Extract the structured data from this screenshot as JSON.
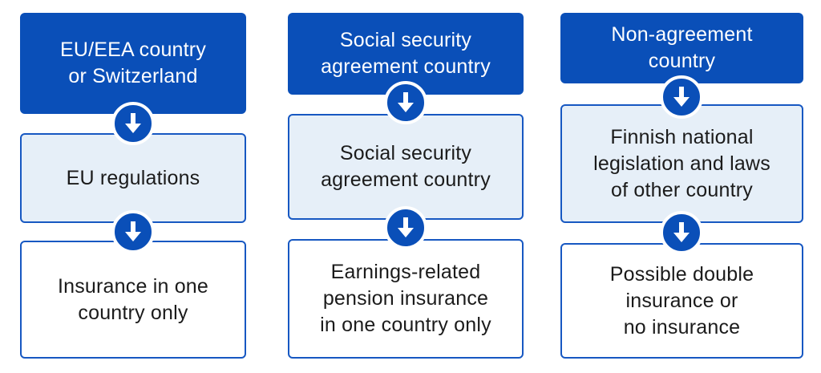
{
  "columns": [
    {
      "header": "EU/EEA country\nor Switzerland",
      "middle": "EU regulations",
      "bottom": "Insurance in one\ncountry only"
    },
    {
      "header": "Social security\nagreement country",
      "middle": "Social security\nagreement country",
      "bottom": "Earnings-related\npension insurance\nin one country only"
    },
    {
      "header": "Non-agreement\ncountry",
      "middle": "Finnish national\nlegislation and laws\nof other country",
      "bottom": "Possible double\ninsurance or\nno insurance"
    }
  ],
  "icons": {
    "arrow": "arrow-down-icon"
  },
  "colors": {
    "header_bg": "#0a4fb8",
    "middle_bg": "#e6eff8",
    "border": "#1758c2"
  }
}
